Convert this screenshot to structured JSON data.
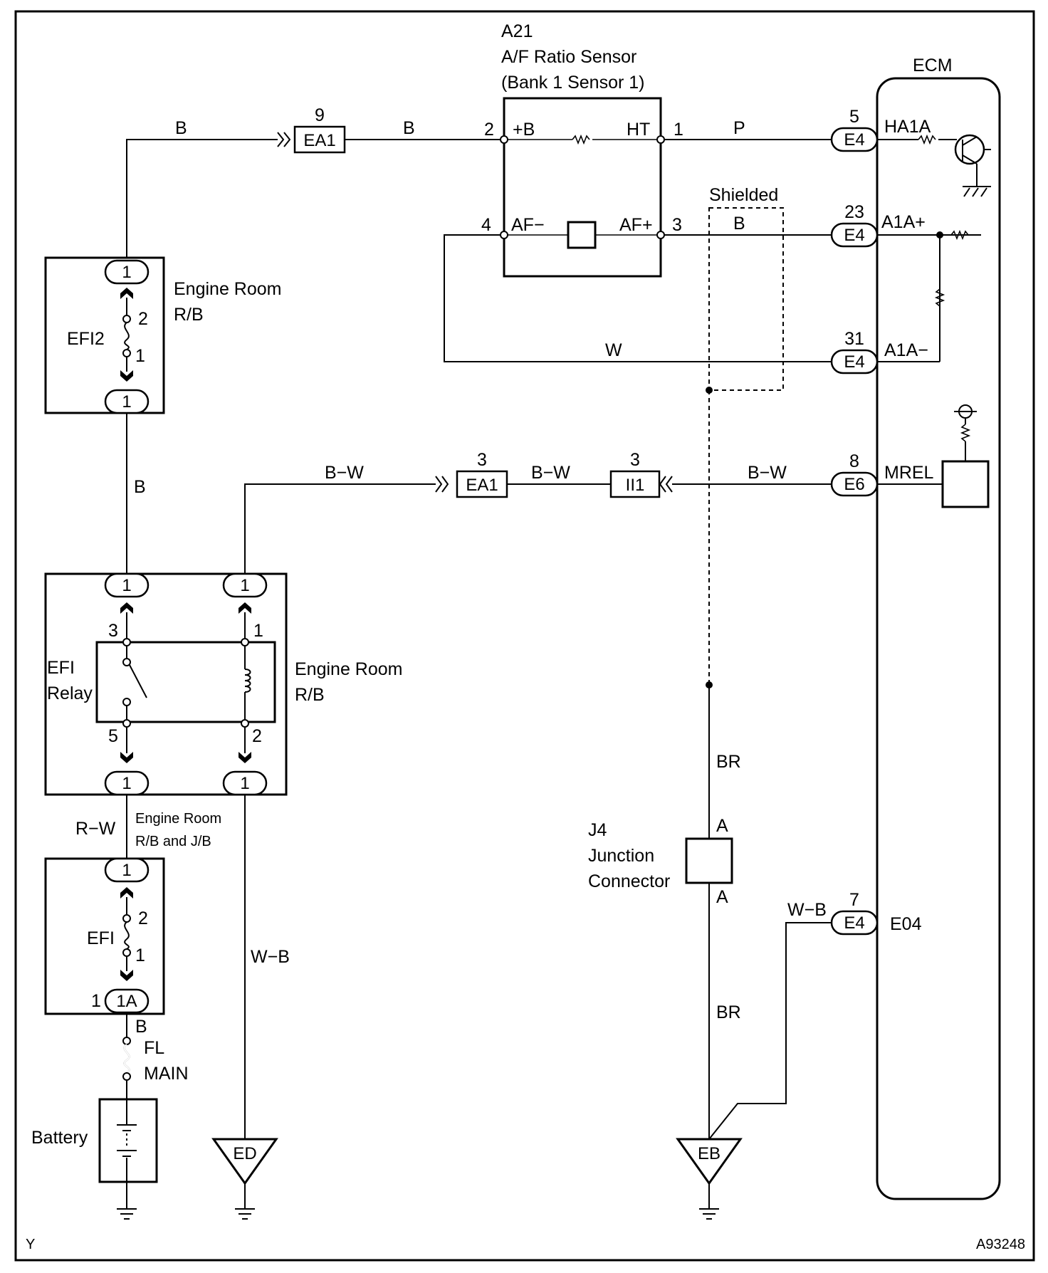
{
  "sensor": {
    "code": "A21",
    "name": "A/F Ratio Sensor",
    "location": "(Bank 1 Sensor 1)",
    "pins": {
      "p_plus_b": "2",
      "p_ht": "1",
      "p_af_minus": "4",
      "p_af_plus": "3"
    },
    "labels": {
      "plus_b": "+B",
      "ht": "HT",
      "af_minus": "AF−",
      "af_plus": "AF+"
    }
  },
  "ecm": {
    "title": "ECM",
    "terminals": {
      "ha1a": "HA1A",
      "a1a_plus": "A1A+",
      "a1a_minus": "A1A−",
      "mrel": "MREL",
      "e04": "E04"
    },
    "connectors": {
      "ha1a_conn": "E4",
      "ha1a_pin": "5",
      "a1ap_conn": "E4",
      "a1ap_pin": "23",
      "a1am_conn": "E4",
      "a1am_pin": "31",
      "mrel_conn": "E6",
      "mrel_pin": "8",
      "e04_conn": "E4",
      "e04_pin": "7"
    }
  },
  "connectors": {
    "ea1_top": {
      "label": "EA1",
      "pin": "9"
    },
    "ea1_mid": {
      "label": "EA1",
      "pin": "3"
    },
    "ii1": {
      "label": "II1",
      "pin": "3"
    }
  },
  "wires": {
    "b_top_left": "B",
    "b_top_mid": "B",
    "p_ht": "P",
    "b_af": "B",
    "w_af": "W",
    "b_vertical": "B",
    "bw_1": "B−W",
    "bw_2": "B−W",
    "bw_3": "B−W",
    "rw": "R−W",
    "wb_ground": "W−B",
    "br_upper": "BR",
    "br_lower": "BR",
    "wb_e04": "W−B",
    "b_fl": "B"
  },
  "shielded": "Shielded",
  "efi2": {
    "name": "EFI2",
    "box_line1": "Engine Room",
    "box_line2": "R/B",
    "pin_top": "1",
    "pin_bot": "1",
    "fuse_pin_a": "2",
    "fuse_pin_b": "1"
  },
  "relay": {
    "line1": "EFI",
    "line2": "Relay",
    "box_line1": "Engine Room",
    "box_line2": "R/B",
    "conn_tl": "1",
    "conn_tr": "1",
    "conn_bl": "1",
    "conn_br": "1",
    "pin3": "3",
    "pin1": "1",
    "pin5": "5",
    "pin2": "2"
  },
  "efi_fuse": {
    "name": "EFI",
    "note_line1": "Engine Room",
    "note_line2": "R/B and J/B",
    "pin_top": "1",
    "pin_bot": "1A",
    "pin_bot_left": "1",
    "fuse_pin_a": "2",
    "fuse_pin_b": "1"
  },
  "fl_main": {
    "line1": "FL",
    "line2": "MAIN"
  },
  "battery": "Battery",
  "grounds": {
    "ed": "ED",
    "eb": "EB"
  },
  "junction": {
    "code": "J4",
    "line1": "Junction",
    "line2": "Connector",
    "pin_top": "A",
    "pin_bot": "A"
  },
  "footer": {
    "left": "Y",
    "right": "A93248"
  }
}
